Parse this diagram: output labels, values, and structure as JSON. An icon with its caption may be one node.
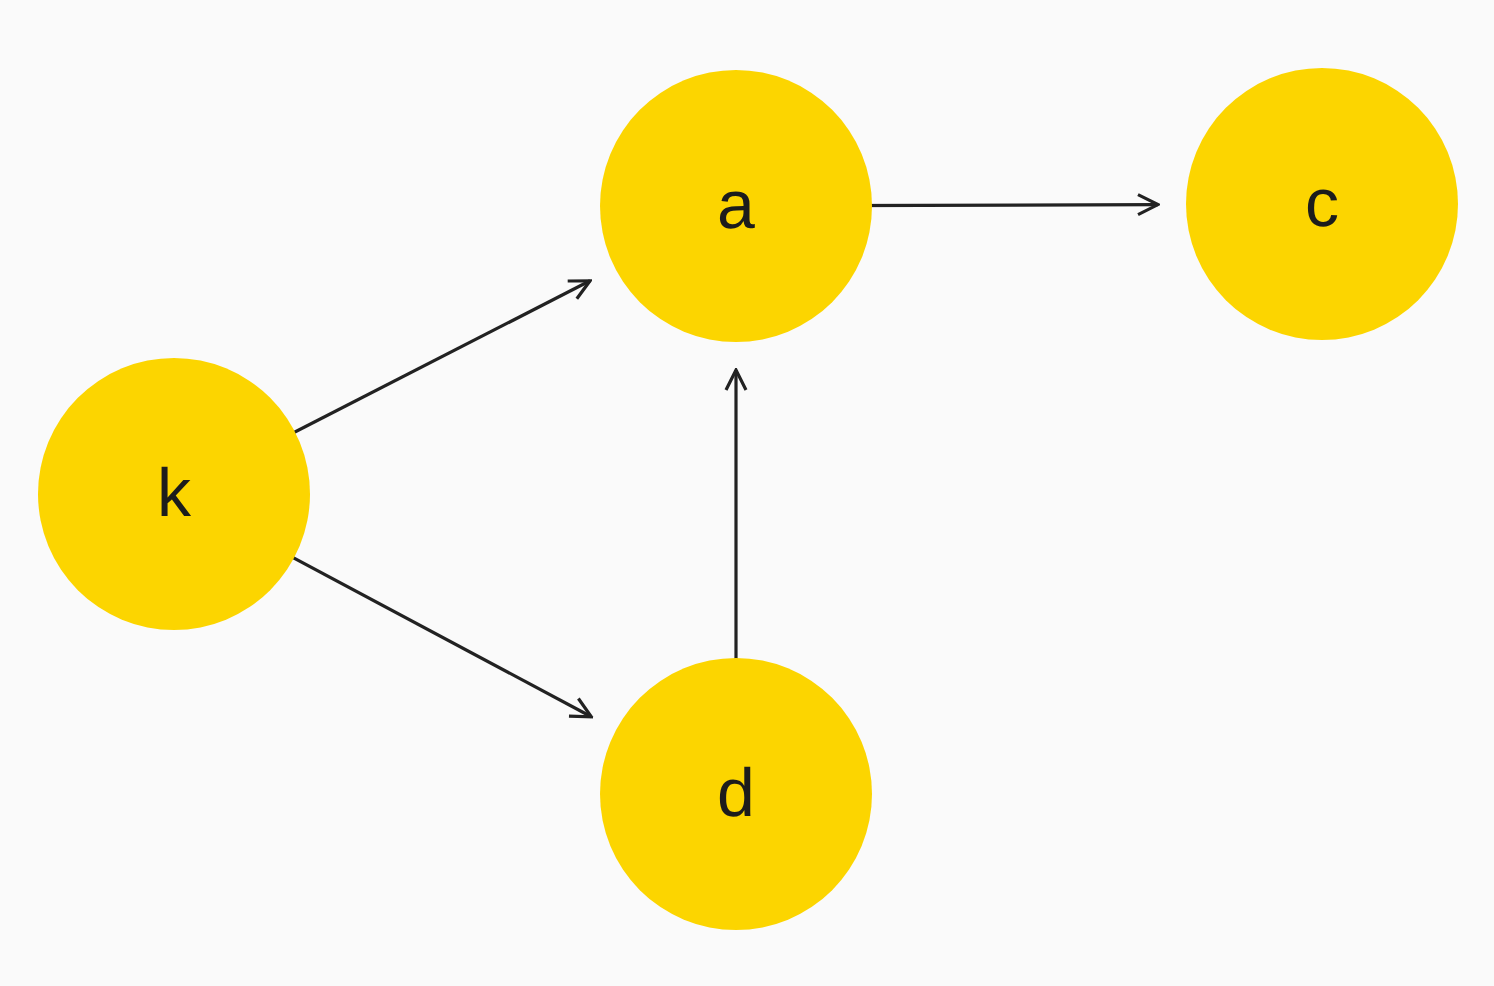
{
  "diagram": {
    "nodes": [
      {
        "text": [
          "a"
        ]
      },
      {
        "text": [
          "c"
        ]
      },
      {
        "text": [
          "k"
        ]
      },
      {
        "text": [
          "d"
        ]
      }
    ],
    "edges": [
      {
        "from": 0,
        "to": 1,
        "arrow": "to"
      },
      {
        "from": 2,
        "to": 0,
        "arrow": "to"
      },
      {
        "from": 2,
        "to": 3,
        "arrow": "to"
      },
      {
        "from": 3,
        "to": 0,
        "arrow": "to"
      }
    ]
  }
}
